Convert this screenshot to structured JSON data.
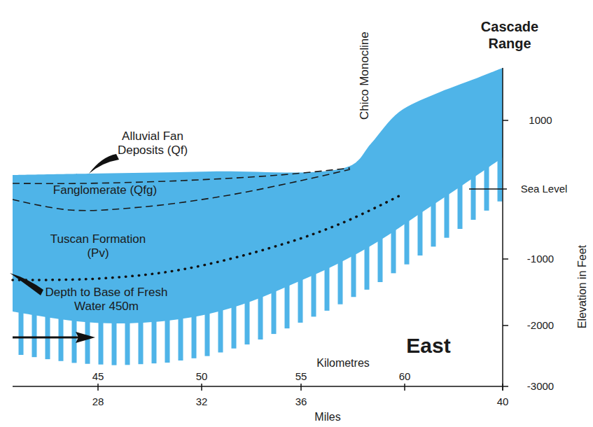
{
  "diagram": {
    "labels": [
      "Chico Monocline",
      "Cascade Range",
      "Alluvial Fan Deposits (Qf)",
      "Fanglomerate (Qfg)",
      "Tuscan Formation (Pv)",
      "Depth to Base of Fresh Water 450m",
      "Sea Level",
      "1000",
      "-1000",
      "-2000",
      "-3000",
      "East",
      "Kilometres",
      "45",
      "50",
      "55",
      "60",
      "28",
      "32",
      "36",
      "40",
      "Miles",
      "Elevation in Feet"
    ]
  }
}
